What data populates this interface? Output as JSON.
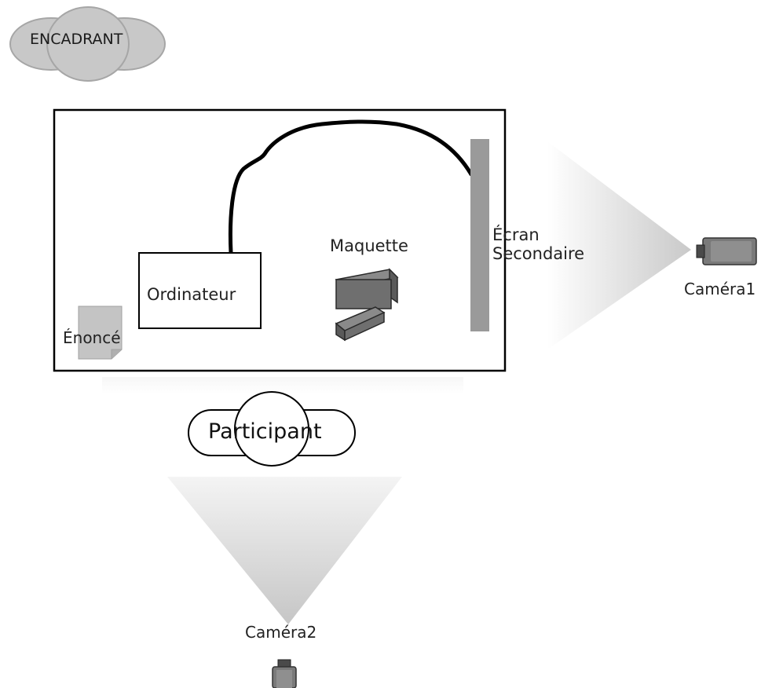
{
  "labels": {
    "encadrant": "ENCADRANT",
    "ordinateur": "Ordinateur",
    "maquette": "Maquette",
    "ecran_line1": "Écran",
    "ecran_line2": "Secondaire",
    "enonce": "Énoncé",
    "camera1": "Caméra1",
    "camera2": "Caméra2",
    "participant": "Participant"
  },
  "colors": {
    "encadrant_fill": "#c8c8c8",
    "encadrant_stroke": "#a6a6a6",
    "screen_fill": "#9a9a9a",
    "maquette_fill": "#6f6f6f",
    "cable": "#000000",
    "room_border": "#000000",
    "enonce_fill": "#c4c4c4",
    "camera_fill": "#7a7a7a"
  },
  "icons": [
    "camera-icon",
    "document-icon",
    "person-icon"
  ]
}
